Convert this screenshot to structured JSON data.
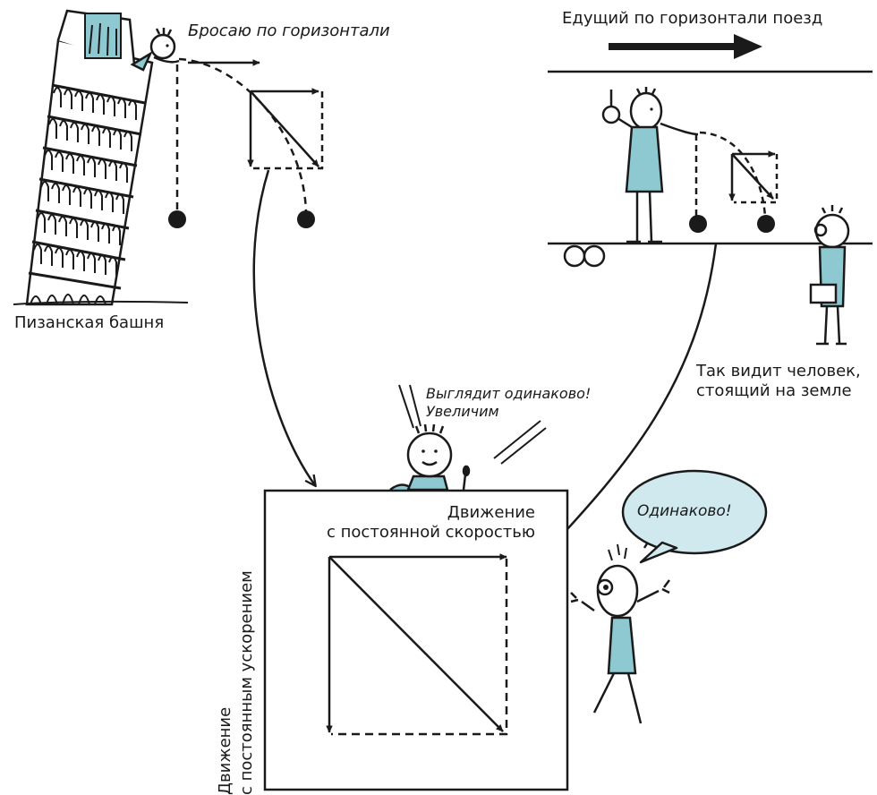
{
  "labels": {
    "throw_horizontal": "Бросаю по горизонтали",
    "train_caption": "Едущий по горизонтали поезд",
    "tower_caption": "Пизанская башня",
    "ground_view": "Так видит человек,\nстоящий на земле",
    "looks_same": "Выглядит одинаково!\nУвеличим",
    "constant_velocity": "Движение\nс постоянной скоростью",
    "constant_acceleration": "Движение\nс постоянным ускорением",
    "speech_same": "Одинаково!"
  },
  "colors": {
    "ink": "#1a1a1a",
    "figure_fill": "#8ec9d1",
    "bubble_fill": "#cfe9ee"
  }
}
